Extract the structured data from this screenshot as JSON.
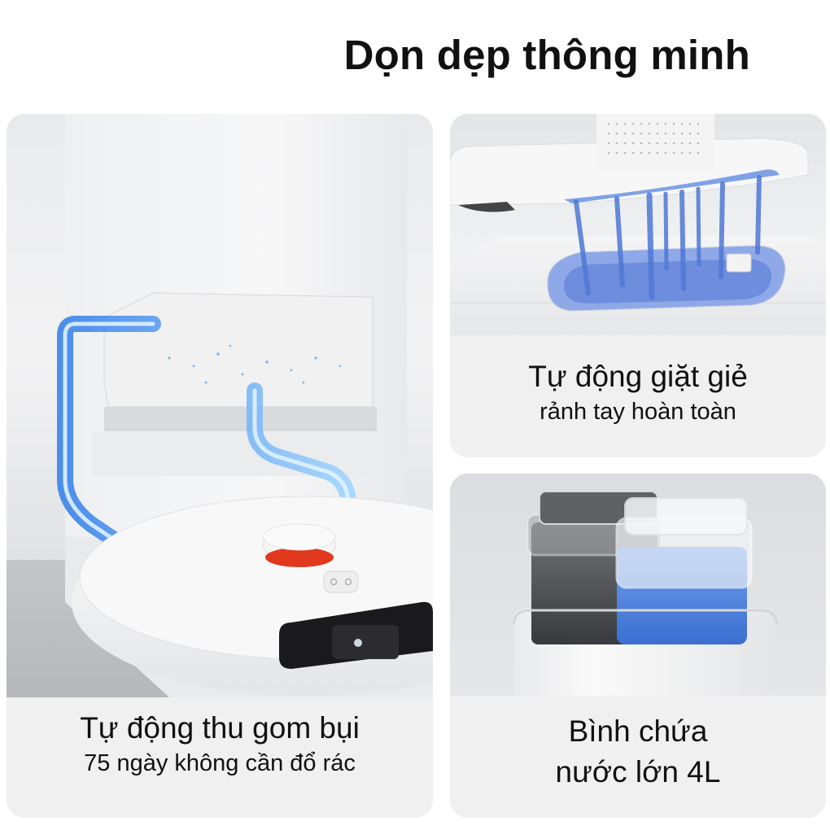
{
  "header": {
    "title": "Dọn dẹp thông minh"
  },
  "cards": [
    {
      "id": "dust-collection",
      "image": "robot-vacuum-self-emptying-dock-illustration",
      "caption_main": "Tự động thu gom bụi",
      "caption_sub": "75 ngày không cần đổ rác"
    },
    {
      "id": "mop-washing",
      "image": "mop-pads-washing-water-illustration",
      "caption_main": "Tự động giặt giẻ",
      "caption_sub": "rảnh tay hoàn toàn"
    },
    {
      "id": "water-tank",
      "image": "dual-water-tanks-illustration",
      "caption_main": "Bình chứa",
      "caption_sub": "nước lớn 4L"
    }
  ],
  "colors": {
    "card_background": "#f0f0f0",
    "water_blue": "#3a6fd8",
    "accent_red": "#e0391e",
    "text": "#111111"
  }
}
